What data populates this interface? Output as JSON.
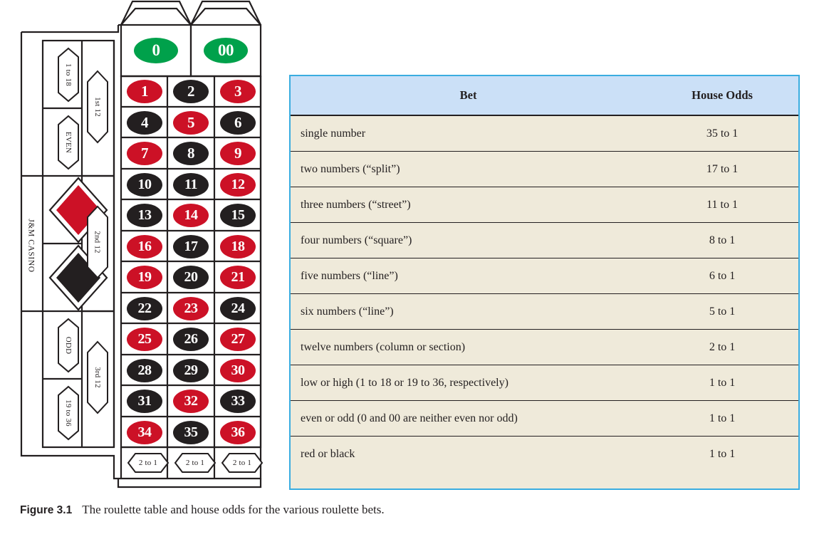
{
  "figure": {
    "label": "Figure 3.1",
    "caption": "The roulette table and house odds for the various roulette bets.",
    "colors": {
      "red": "#cc1126",
      "black": "#231f20",
      "green": "#00a14b",
      "table_header_bg": "#cbe0f7",
      "table_body_bg": "#efeada",
      "table_border": "#3aade0",
      "line": "#231f20"
    }
  },
  "roulette": {
    "casino_name": "J&M CASINO",
    "zeros": [
      {
        "label": "0",
        "color": "green"
      },
      {
        "label": "00",
        "color": "green"
      }
    ],
    "numbers": [
      {
        "label": "1",
        "color": "red"
      },
      {
        "label": "2",
        "color": "black"
      },
      {
        "label": "3",
        "color": "red"
      },
      {
        "label": "4",
        "color": "black"
      },
      {
        "label": "5",
        "color": "red"
      },
      {
        "label": "6",
        "color": "black"
      },
      {
        "label": "7",
        "color": "red"
      },
      {
        "label": "8",
        "color": "black"
      },
      {
        "label": "9",
        "color": "red"
      },
      {
        "label": "10",
        "color": "black"
      },
      {
        "label": "11",
        "color": "black"
      },
      {
        "label": "12",
        "color": "red"
      },
      {
        "label": "13",
        "color": "black"
      },
      {
        "label": "14",
        "color": "red"
      },
      {
        "label": "15",
        "color": "black"
      },
      {
        "label": "16",
        "color": "red"
      },
      {
        "label": "17",
        "color": "black"
      },
      {
        "label": "18",
        "color": "red"
      },
      {
        "label": "19",
        "color": "red"
      },
      {
        "label": "20",
        "color": "black"
      },
      {
        "label": "21",
        "color": "red"
      },
      {
        "label": "22",
        "color": "black"
      },
      {
        "label": "23",
        "color": "red"
      },
      {
        "label": "24",
        "color": "black"
      },
      {
        "label": "25",
        "color": "red"
      },
      {
        "label": "26",
        "color": "black"
      },
      {
        "label": "27",
        "color": "red"
      },
      {
        "label": "28",
        "color": "black"
      },
      {
        "label": "29",
        "color": "black"
      },
      {
        "label": "30",
        "color": "red"
      },
      {
        "label": "31",
        "color": "black"
      },
      {
        "label": "32",
        "color": "red"
      },
      {
        "label": "33",
        "color": "black"
      },
      {
        "label": "34",
        "color": "red"
      },
      {
        "label": "35",
        "color": "black"
      },
      {
        "label": "36",
        "color": "red"
      }
    ],
    "outside_bets": {
      "low": "1 to 18",
      "even": "EVEN",
      "odd": "ODD",
      "high": "19 to 36",
      "dozen_1": "1st 12",
      "dozen_2": "2nd 12",
      "dozen_3": "3rd 12",
      "red_diamond": "red-diamond",
      "black_diamond": "black-diamond"
    },
    "column_bets": [
      "2 to 1",
      "2 to 1",
      "2 to 1"
    ]
  },
  "odds_table": {
    "headers": [
      "Bet",
      "House Odds"
    ],
    "rows": [
      {
        "bet": "single number",
        "odds": "35 to 1"
      },
      {
        "bet": "two numbers (“split”)",
        "odds": "17 to 1"
      },
      {
        "bet": "three numbers (“street”)",
        "odds": "11 to 1"
      },
      {
        "bet": "four numbers (“square”)",
        "odds": "8 to 1"
      },
      {
        "bet": "five numbers (“line”)",
        "odds": "6 to 1"
      },
      {
        "bet": "six numbers (“line”)",
        "odds": "5 to 1"
      },
      {
        "bet": "twelve numbers (column or section)",
        "odds": "2 to 1"
      },
      {
        "bet": "low or high (1 to 18 or 19 to 36, respectively)",
        "odds": "1 to 1"
      },
      {
        "bet": "even or odd (0 and 00 are neither even nor odd)",
        "odds": "1 to 1"
      },
      {
        "bet": "red or black",
        "odds": "1 to 1"
      }
    ]
  }
}
